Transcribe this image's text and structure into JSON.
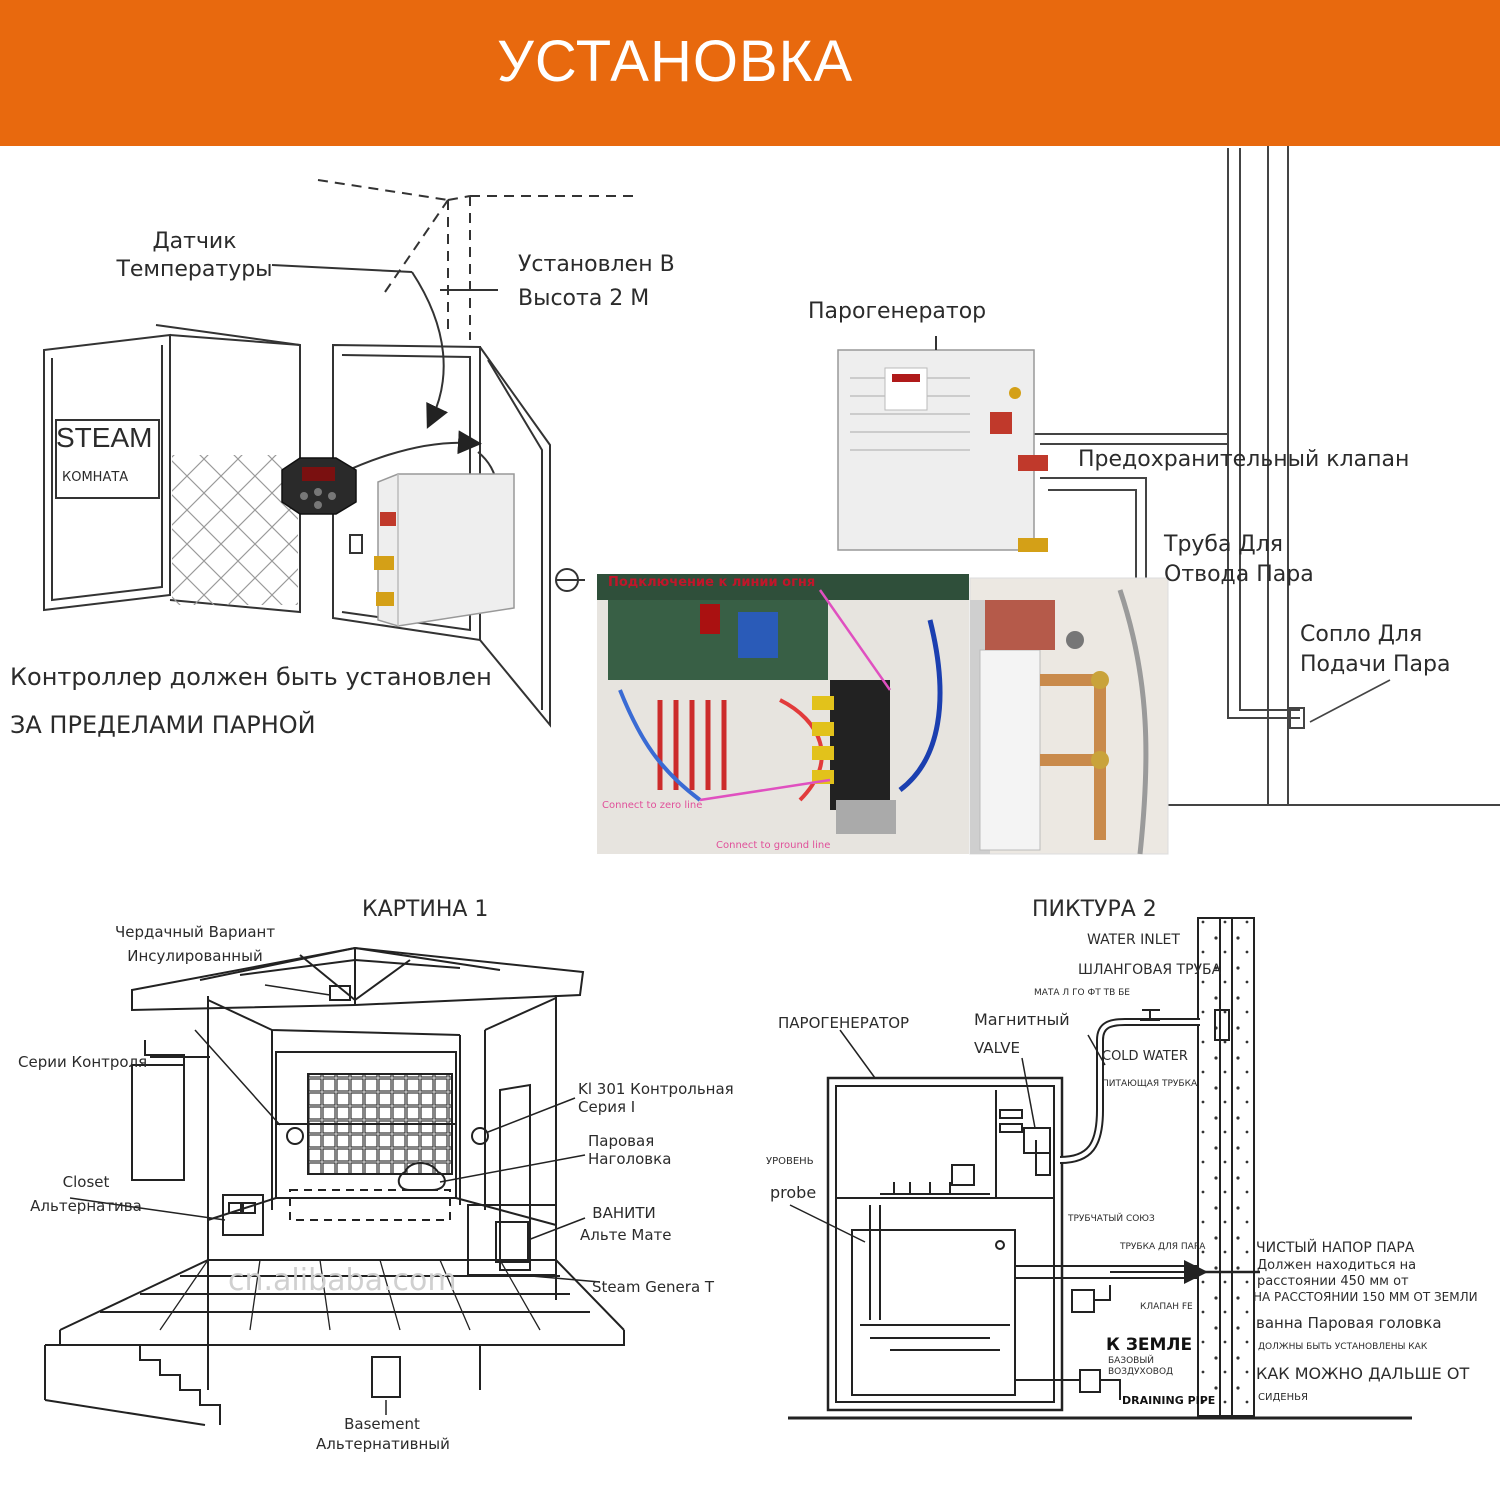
{
  "header": {
    "title": "УСТАНОВКА"
  },
  "top_left": {
    "sensor_label": [
      "Датчик",
      "Температуры"
    ],
    "height_label": [
      "Установлен В",
      "Высота 2 М"
    ],
    "room_sign": {
      "title": "STEAM",
      "subtitle": "КОМНАТА"
    },
    "controller_note": [
      "Контроллер должен быть установлен",
      "ЗА ПРЕДЕЛАМИ ПАРНОЙ"
    ]
  },
  "top_right": {
    "generator_label": "Парогенератор",
    "safety_valve": "Предохранительный клапан",
    "steam_pipe": [
      "Труба Для",
      "Отвода Пара"
    ],
    "nozzle": [
      "Сопло Для",
      "Подачи Пара"
    ]
  },
  "wiring_photo": {
    "fire_line": "Подключение к линии огня",
    "zero_line": "Connect to zero line",
    "ground_line": "Connect to ground line"
  },
  "picture1": {
    "title": "КАРТИНА 1",
    "attic": [
      "Чердачный Вариант",
      "Инсулированный"
    ],
    "control_series": "Серии Контроля",
    "closet": [
      "Closet",
      "Альтернатива"
    ],
    "kl301": [
      "Kl 301 Контрольная",
      "Серия I"
    ],
    "steam_head": [
      "Паровая",
      "Наголовка"
    ],
    "vanity": [
      "ВАНИТИ",
      "Альте Мате"
    ],
    "steam_generator": "Steam Genera T",
    "basement": [
      "Basement",
      "Альтернативный"
    ],
    "watermark": "cn.alibaba.com"
  },
  "picture2": {
    "title": "ПИКТУРА 2",
    "water_inlet": "WATER INLET",
    "hose": "ШЛАНГОВАЯ ТРУБА",
    "mata": "МАТА Л ГО ФТ ТВ БЕ",
    "generator": "ПАРОГЕНЕРАТОР",
    "magnet": "Магнитный",
    "valve": "VALVE",
    "cold_water": "COLD WATER",
    "feed_pipe": "ПИТАЮЩАЯ ТРУБКА",
    "level": "УРОВЕНЬ",
    "probe": "probe",
    "union": "ТРУБЧАТЫЙ СОЮЗ",
    "steam_tube": "ТРУБКА ДЛЯ ПАРА",
    "valve_fe": "КЛАПАН FE",
    "ground": "К ЗЕМЛЕ",
    "base_duct": [
      "БАЗОВЫЙ",
      "ВОЗДУХОВОД"
    ],
    "draining": "DRAINING PIPE",
    "notes": {
      "clean": "ЧИСТЫЙ НАПОР ПАРА",
      "must_be": "Должен находиться на",
      "distance": "расстоянии 450 мм от",
      "floor": "НА РАССТОЯНИИ 150 ММ ОТ ЗЕМЛИ",
      "bath_head": "ванна Паровая головка",
      "installed": "ДОЛЖНЫ БЫТЬ УСТАНОВЛЕНЫ КАК",
      "as_far": "КАК МОЖНО ДАЛЬШЕ ОТ",
      "seat": "СИДЕНЬЯ"
    }
  }
}
